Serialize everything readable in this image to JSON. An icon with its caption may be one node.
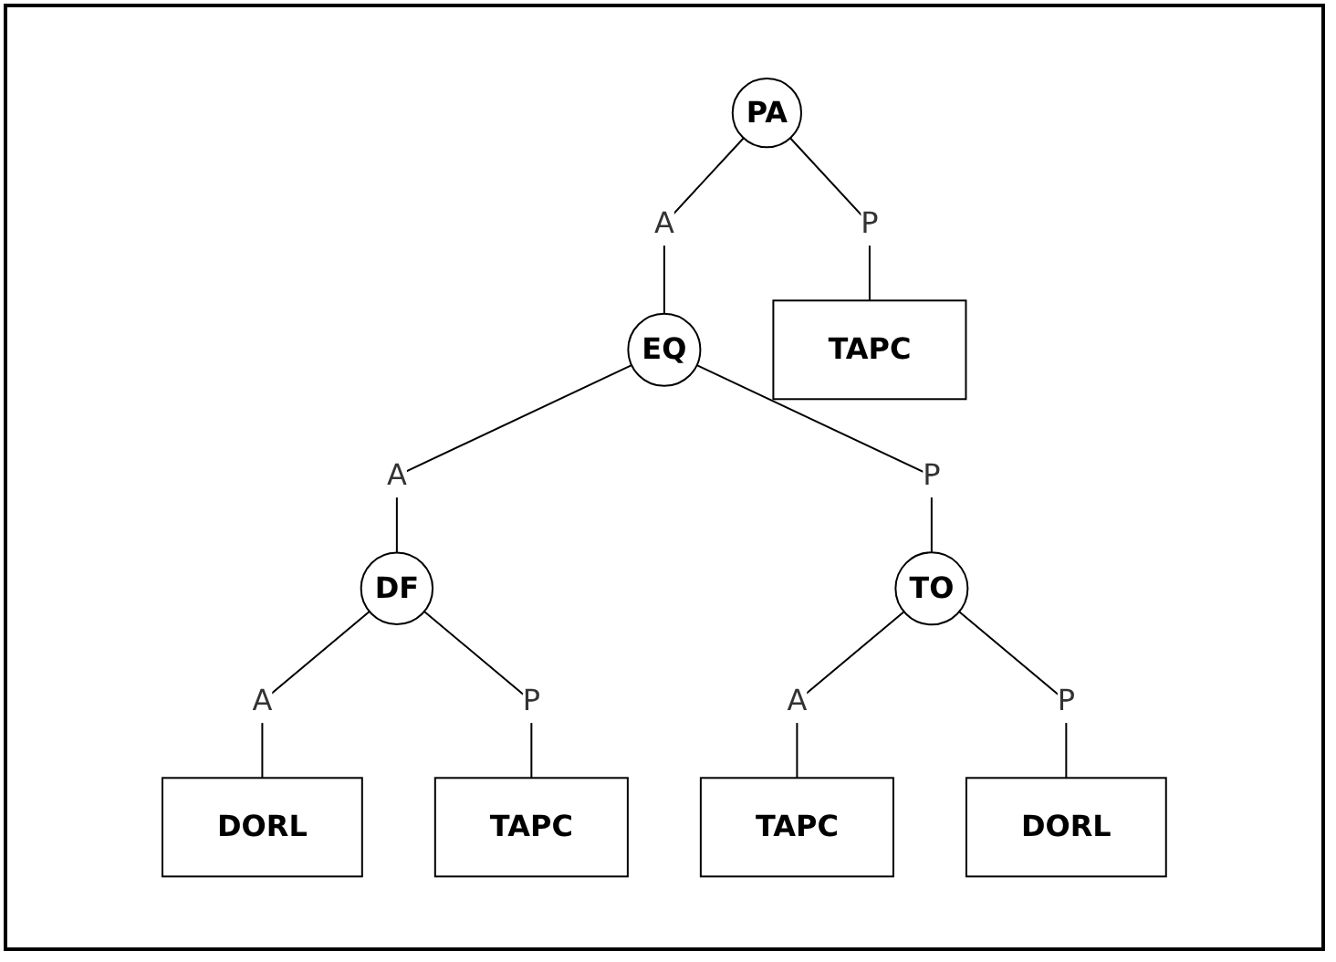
{
  "diagram": {
    "nodes": [
      {
        "text": [
          "PA"
        ]
      },
      {
        "text": [
          "EQ"
        ]
      },
      {
        "text": [
          "TAPC"
        ]
      },
      {
        "text": [
          "DF"
        ]
      },
      {
        "text": [
          "TO"
        ]
      },
      {
        "text": [
          "DORL"
        ]
      },
      {
        "text": [
          "TAPC"
        ]
      },
      {
        "text": [
          "TAPC"
        ]
      },
      {
        "text": [
          "DORL"
        ]
      }
    ],
    "edges": [
      {
        "from": 0,
        "to": 1,
        "arrow": "none",
        "label": "A"
      },
      {
        "from": 0,
        "to": 2,
        "arrow": "none",
        "label": "P"
      },
      {
        "from": 1,
        "to": 3,
        "arrow": "none",
        "label": "A"
      },
      {
        "from": 1,
        "to": 4,
        "arrow": "none",
        "label": "P"
      },
      {
        "from": 3,
        "to": 5,
        "arrow": "none",
        "label": "A"
      },
      {
        "from": 3,
        "to": 6,
        "arrow": "none",
        "label": "P"
      },
      {
        "from": 4,
        "to": 7,
        "arrow": "none",
        "label": "A"
      },
      {
        "from": 4,
        "to": 8,
        "arrow": "none",
        "label": "P"
      }
    ]
  }
}
